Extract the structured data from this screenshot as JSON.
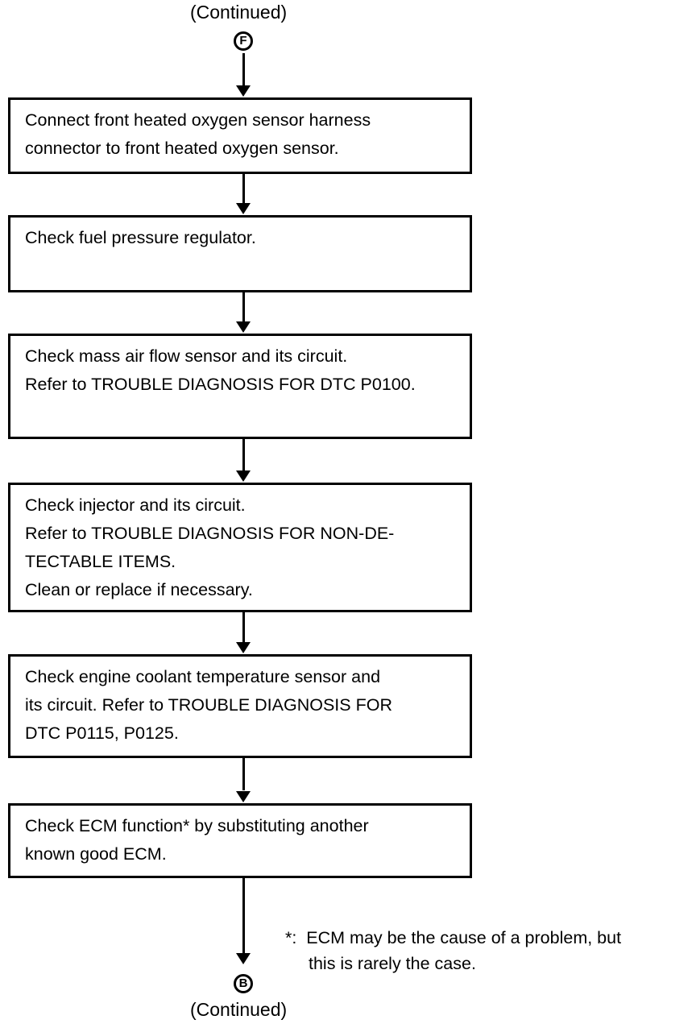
{
  "diagram": {
    "title_top": "(Continued)",
    "title_bottom": "(Continued)",
    "connector_top": {
      "letter": "F",
      "name": "connector-f"
    },
    "connector_bottom": {
      "letter": "B",
      "name": "connector-b"
    },
    "steps": [
      {
        "id": "step-connect-ho2s-harness",
        "lines": [
          "Connect front heated oxygen sensor harness",
          "connector to front heated oxygen sensor."
        ]
      },
      {
        "id": "step-check-fuel-pressure-regulator",
        "lines": [
          "Check fuel pressure regulator."
        ]
      },
      {
        "id": "step-check-mass-air-flow-sensor",
        "lines": [
          "Check mass air flow sensor and its circuit.",
          "Refer to TROUBLE DIAGNOSIS FOR DTC P0100."
        ]
      },
      {
        "id": "step-check-injector",
        "lines": [
          "Check injector and its circuit.",
          "Refer to TROUBLE DIAGNOSIS FOR NON-DE-",
          "TECTABLE ITEMS.",
          "Clean or replace if necessary."
        ]
      },
      {
        "id": "step-check-engine-coolant-temp-sensor",
        "lines": [
          "Check engine coolant temperature sensor and",
          "its circuit. Refer to TROUBLE DIAGNOSIS FOR",
          "DTC P0115, P0125."
        ]
      },
      {
        "id": "step-check-ecm-function",
        "lines": [
          "Check ECM function* by substituting another",
          "known good ECM."
        ]
      }
    ],
    "footnote": {
      "line1": "*:  ECM may be the cause of a problem, but",
      "line2": "this is rarely the case."
    },
    "colors": {
      "ink": "#000000",
      "paper": "#ffffff"
    }
  }
}
